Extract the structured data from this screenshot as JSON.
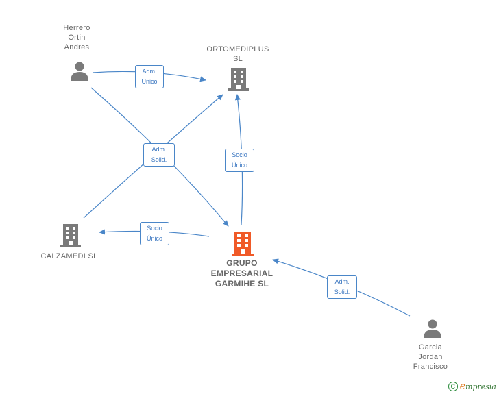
{
  "nodes": {
    "herrero": {
      "label": "Herrero\nOrtin\nAndres",
      "type": "person"
    },
    "ortomediplus": {
      "label": "ORTOMEDIPLUS\nSL",
      "type": "company"
    },
    "calzamedi": {
      "label": "CALZAMEDI  SL",
      "type": "company"
    },
    "grupo": {
      "label": "GRUPO\nEMPRESARIAL\nGARMIHE  SL",
      "type": "company-focus"
    },
    "garcia": {
      "label": "Garcia\nJordan\nFrancisco",
      "type": "person"
    }
  },
  "edges": {
    "herrero_ortomediplus": "Adm.\nUnico",
    "herrero_solid": "Adm.\nSolid.",
    "grupo_ortomediplus": "Socio\nÚnico",
    "grupo_calzamedi": "Socio\nÚnico",
    "garcia_grupo": "Adm.\nSolid."
  },
  "colors": {
    "edge": "#4a86c8",
    "icon": "#7a7a7a",
    "focus_icon": "#f05a28"
  },
  "footer": {
    "copyright_symbol": "C",
    "brand_first_letter": "e",
    "brand_rest": "mpresia"
  }
}
